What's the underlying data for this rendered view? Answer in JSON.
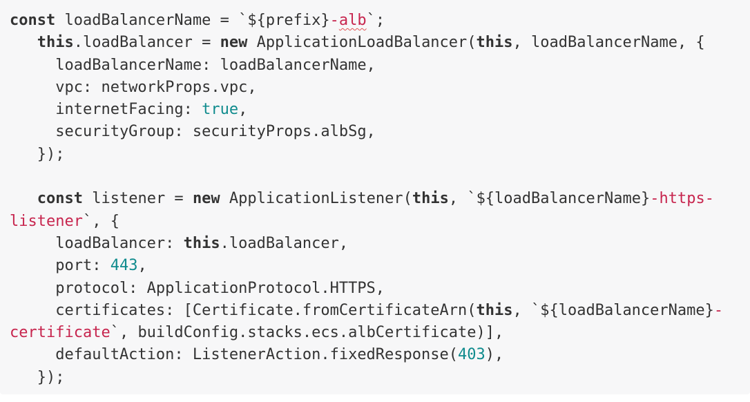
{
  "code_block": {
    "language": "typescript",
    "background": "#f7f7f8",
    "colors": {
      "plain": "#333333",
      "keyword": "#333333",
      "string": "#c7254e",
      "number": "#0f8b8d",
      "misspell_underline": "#e05252"
    },
    "lines": [
      {
        "segments": [
          {
            "text": "const",
            "style": "keyword"
          },
          {
            "text": " loadBalancerName = `${prefix}",
            "style": "plain"
          },
          {
            "text": "-",
            "style": "string"
          },
          {
            "text": "alb",
            "style": "string-misspelled"
          },
          {
            "text": "`;",
            "style": "plain"
          }
        ]
      },
      {
        "segments": [
          {
            "text": "   ",
            "style": "plain"
          },
          {
            "text": "this",
            "style": "keyword"
          },
          {
            "text": ".loadBalancer = ",
            "style": "plain"
          },
          {
            "text": "new",
            "style": "keyword"
          },
          {
            "text": " ApplicationLoadBalancer(",
            "style": "plain"
          },
          {
            "text": "this",
            "style": "keyword"
          },
          {
            "text": ", loadBalancerName, {",
            "style": "plain"
          }
        ]
      },
      {
        "segments": [
          {
            "text": "     loadBalancerName: loadBalancerName,",
            "style": "plain"
          }
        ]
      },
      {
        "segments": [
          {
            "text": "     vpc: networkProps.vpc,",
            "style": "plain"
          }
        ]
      },
      {
        "segments": [
          {
            "text": "     internetFacing: ",
            "style": "plain"
          },
          {
            "text": "true",
            "style": "number"
          },
          {
            "text": ",",
            "style": "plain"
          }
        ]
      },
      {
        "segments": [
          {
            "text": "     securityGroup: securityProps.albSg,",
            "style": "plain"
          }
        ]
      },
      {
        "segments": [
          {
            "text": "   });",
            "style": "plain"
          }
        ]
      },
      {
        "segments": []
      },
      {
        "segments": [
          {
            "text": "   ",
            "style": "plain"
          },
          {
            "text": "const",
            "style": "keyword"
          },
          {
            "text": " listener = ",
            "style": "plain"
          },
          {
            "text": "new",
            "style": "keyword"
          },
          {
            "text": " ApplicationListener(",
            "style": "plain"
          },
          {
            "text": "this",
            "style": "keyword"
          },
          {
            "text": ", `${loadBalancerName}",
            "style": "plain"
          },
          {
            "text": "-https-",
            "style": "string"
          }
        ]
      },
      {
        "segments": [
          {
            "text": "listener",
            "style": "string"
          },
          {
            "text": "`, {",
            "style": "plain"
          }
        ]
      },
      {
        "segments": [
          {
            "text": "     loadBalancer: ",
            "style": "plain"
          },
          {
            "text": "this",
            "style": "keyword"
          },
          {
            "text": ".loadBalancer,",
            "style": "plain"
          }
        ]
      },
      {
        "segments": [
          {
            "text": "     port: ",
            "style": "plain"
          },
          {
            "text": "443",
            "style": "number"
          },
          {
            "text": ",",
            "style": "plain"
          }
        ]
      },
      {
        "segments": [
          {
            "text": "     protocol: ApplicationProtocol.HTTPS,",
            "style": "plain"
          }
        ]
      },
      {
        "segments": [
          {
            "text": "     certificates: [Certificate.fromCertificateArn(",
            "style": "plain"
          },
          {
            "text": "this",
            "style": "keyword"
          },
          {
            "text": ", `${loadBalancerName}",
            "style": "plain"
          },
          {
            "text": "-",
            "style": "string"
          }
        ]
      },
      {
        "segments": [
          {
            "text": "certificate",
            "style": "string"
          },
          {
            "text": "`, buildConfig.stacks.ecs.albCertificate)],",
            "style": "plain"
          }
        ]
      },
      {
        "segments": [
          {
            "text": "     defaultAction: ListenerAction.fixedResponse(",
            "style": "plain"
          },
          {
            "text": "403",
            "style": "number"
          },
          {
            "text": "),",
            "style": "plain"
          }
        ]
      },
      {
        "segments": [
          {
            "text": "   });",
            "style": "plain"
          }
        ]
      }
    ]
  }
}
